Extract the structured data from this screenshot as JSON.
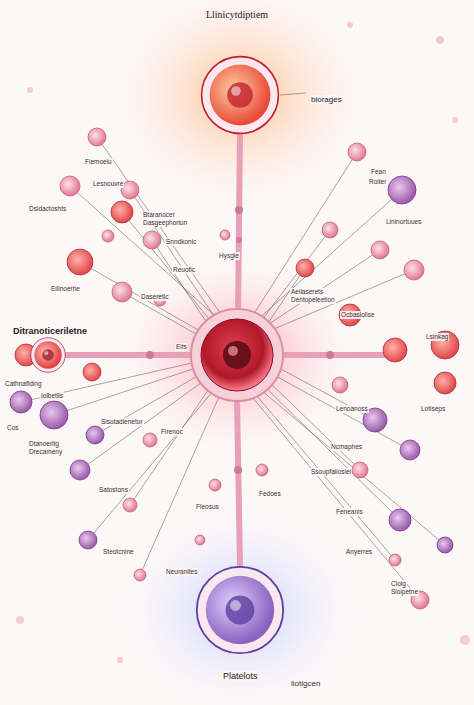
{
  "diagram": {
    "title": "Llinicytdiptiem",
    "nodes": [
      {
        "text": [
          "biorages"
        ]
      },
      {
        "text": [
          "Ditranoticeriletne"
        ]
      },
      {
        "text": [
          "Platelots"
        ]
      }
    ],
    "labels": [
      "Fiemoelu",
      "Lesnouvre",
      "Dsidactoshts",
      "Btaranocer",
      "Dasgeephoriun",
      "Snndkonic",
      "Eilinoerhe",
      "Reuofic",
      "Daseretic",
      "Hysgle",
      "Eits",
      "Cathnaflding",
      "Iolbetlis",
      "Cos",
      "Dtanoeritg",
      "Drecameny",
      "Sisutadienetur",
      "Firenoc",
      "Satostons",
      "Fleosus",
      "Fedoes",
      "Steotcnine",
      "Neuranites",
      "Fean",
      "Roiter",
      "Lininortuues",
      "Aeilaserets",
      "Dentopeleetion",
      "Ocbasiolise",
      "Lsinkag",
      "Lotiseps",
      "Lenoanoss",
      "Ncmaphes",
      "Ssoupfaliosiel",
      "Feneanis",
      "Anyerres",
      "Cloig",
      "Sloipetne",
      "liotigcen"
    ]
  }
}
